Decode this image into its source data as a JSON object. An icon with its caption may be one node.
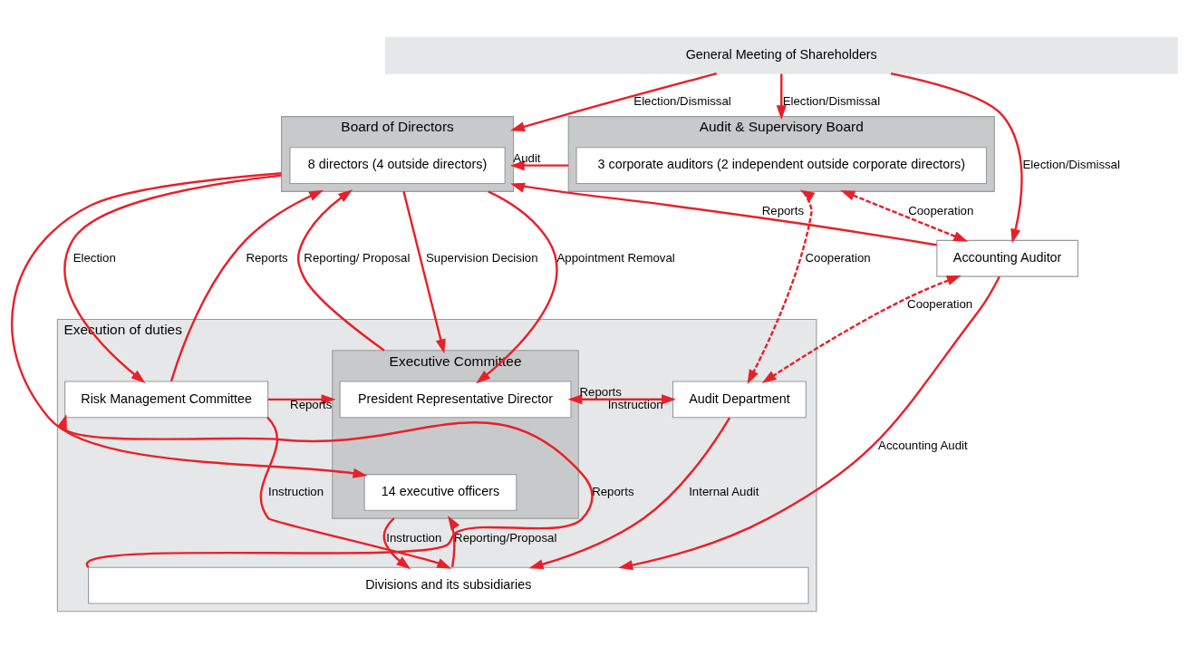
{
  "diagram": {
    "nodes": [
      {
        "text": [
          "General Meeting of Shareholders"
        ]
      },
      {
        "text": [
          "Board of Directors"
        ]
      },
      {
        "text": [
          "8 directors (4 outside directors)"
        ],
        "in": 1
      },
      {
        "text": [
          "Audit & Supervisory Board"
        ]
      },
      {
        "text": [
          "3 corporate auditors (2 independent outside corporate directors)"
        ],
        "in": 3
      },
      {
        "text": [
          "Accounting Auditor"
        ]
      },
      {
        "text": [
          "Execution of duties"
        ]
      },
      {
        "text": [
          "Risk Management Committee"
        ],
        "in": 6
      },
      {
        "text": [
          "Executive Committee"
        ],
        "in": 6
      },
      {
        "text": [
          "President Representative Director"
        ],
        "in": 8
      },
      {
        "text": [
          "14 executive officers"
        ],
        "in": 8
      },
      {
        "text": [
          "Audit Department"
        ],
        "in": 6
      },
      {
        "text": [
          "Divisions and its subsidiaries"
        ],
        "in": 6
      }
    ],
    "edges": [
      {
        "from": 0,
        "to": 1,
        "arrow": "to",
        "label": "Election/Dismissal"
      },
      {
        "from": 0,
        "to": 3,
        "arrow": "to",
        "label": "Election/Dismissal"
      },
      {
        "from": 0,
        "to": 5,
        "arrow": "to",
        "label": "Election/Dismissal"
      },
      {
        "from": 3,
        "to": 1,
        "arrow": "to",
        "label": "Audit"
      },
      {
        "from": 5,
        "to": 1,
        "arrow": "to",
        "label": "Reports"
      },
      {
        "from": 3,
        "to": 5,
        "arrow": "both",
        "label": "Cooperation",
        "style": "dashed"
      },
      {
        "from": 3,
        "to": 11,
        "arrow": "both",
        "label": "Cooperation",
        "style": "dashed"
      },
      {
        "from": 5,
        "to": 11,
        "arrow": "both",
        "label": "Cooperation",
        "style": "dashed"
      },
      {
        "from": 1,
        "to": 7,
        "arrow": "to",
        "label": "Election"
      },
      {
        "from": 7,
        "to": 1,
        "arrow": "to",
        "label": "Reports"
      },
      {
        "from": 8,
        "to": 1,
        "arrow": "to",
        "label": "Reporting/ Proposal"
      },
      {
        "from": 1,
        "to": 8,
        "arrow": "to",
        "label": "Supervision Decision"
      },
      {
        "from": 1,
        "to": 9,
        "arrow": "to",
        "label": "Appointment Removal"
      },
      {
        "from": 1,
        "to": 10,
        "arrow": "to"
      },
      {
        "from": 7,
        "to": 8,
        "arrow": "to",
        "label": "Reports"
      },
      {
        "from": 11,
        "to": 9,
        "arrow": "to",
        "label": "Reports"
      },
      {
        "from": 9,
        "to": 11,
        "arrow": "to",
        "label": "Instruction"
      },
      {
        "from": 12,
        "to": 7,
        "arrow": "to",
        "label": "Reports"
      },
      {
        "from": 7,
        "to": 12,
        "arrow": "to",
        "label": "Instruction"
      },
      {
        "from": 12,
        "to": 8,
        "arrow": "to",
        "label": "Reporting/Proposal"
      },
      {
        "from": 8,
        "to": 12,
        "arrow": "to",
        "label": "Instruction"
      },
      {
        "from": 11,
        "to": 12,
        "arrow": "to",
        "label": "Internal Audit"
      },
      {
        "from": 5,
        "to": 12,
        "arrow": "to",
        "label": "Accounting Audit"
      }
    ]
  }
}
